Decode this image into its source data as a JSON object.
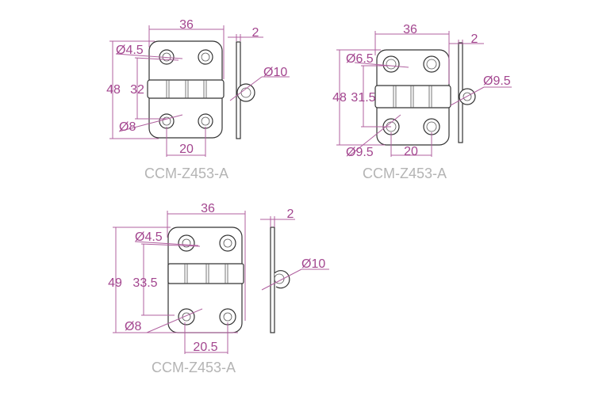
{
  "drawings": [
    {
      "label": "CCM-Z453-A",
      "width": "36",
      "thickness": "2",
      "small_hole": "Ø4.5",
      "height": "48",
      "hole_spacing_v": "32",
      "knuckle_dia": "Ø10",
      "countersink": "Ø8",
      "hole_spacing_h": "20"
    },
    {
      "label": "CCM-Z453-A",
      "width": "36",
      "thickness": "2",
      "small_hole": "Ø6.5",
      "height": "48",
      "hole_spacing_v": "31.5",
      "knuckle_dia": "Ø9.5",
      "countersink": "Ø9.5",
      "hole_spacing_h": "20"
    },
    {
      "label": "CCM-Z453-A",
      "width": "36",
      "thickness": "2",
      "small_hole": "Ø4.5",
      "height": "49",
      "hole_spacing_v": "33.5",
      "knuckle_dia": "Ø10",
      "countersink": "Ø8",
      "hole_spacing_h": "20.5"
    }
  ],
  "colors": {
    "dimension": "#a3468f",
    "label": "#b4b4b4",
    "outline": "#333333"
  }
}
